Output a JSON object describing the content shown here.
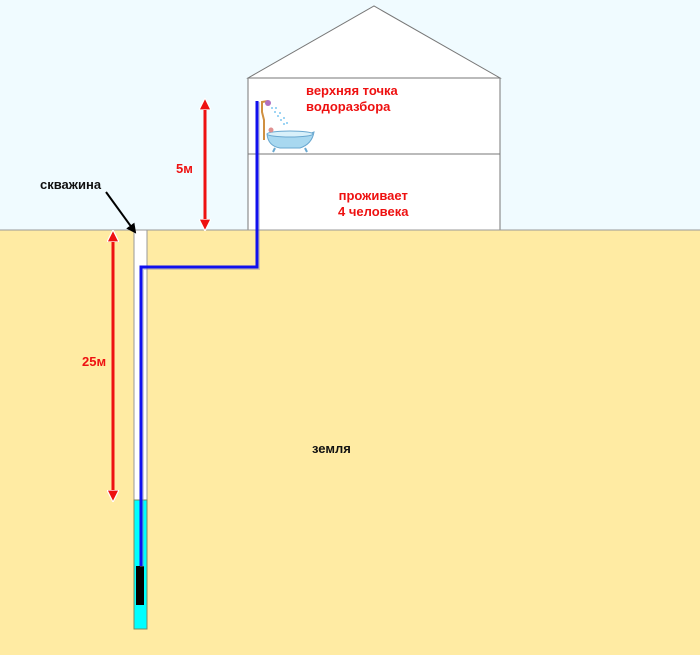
{
  "labels": {
    "top_point": [
      "верхняя точка",
      "водоразбора"
    ],
    "residents": [
      "проживает",
      "4 человека"
    ],
    "well": "скважина",
    "height_above": "5м",
    "depth": "25м",
    "ground": "земля"
  },
  "colors": {
    "sky": "#f0fbff",
    "ground": "#ffeba3",
    "pipe": "#1010ee",
    "water": "#00ffff",
    "arrow": "#ee1111",
    "pump": "#000000"
  },
  "icons": [
    "bathtub-icon",
    "shower-icon",
    "pump-icon"
  ]
}
